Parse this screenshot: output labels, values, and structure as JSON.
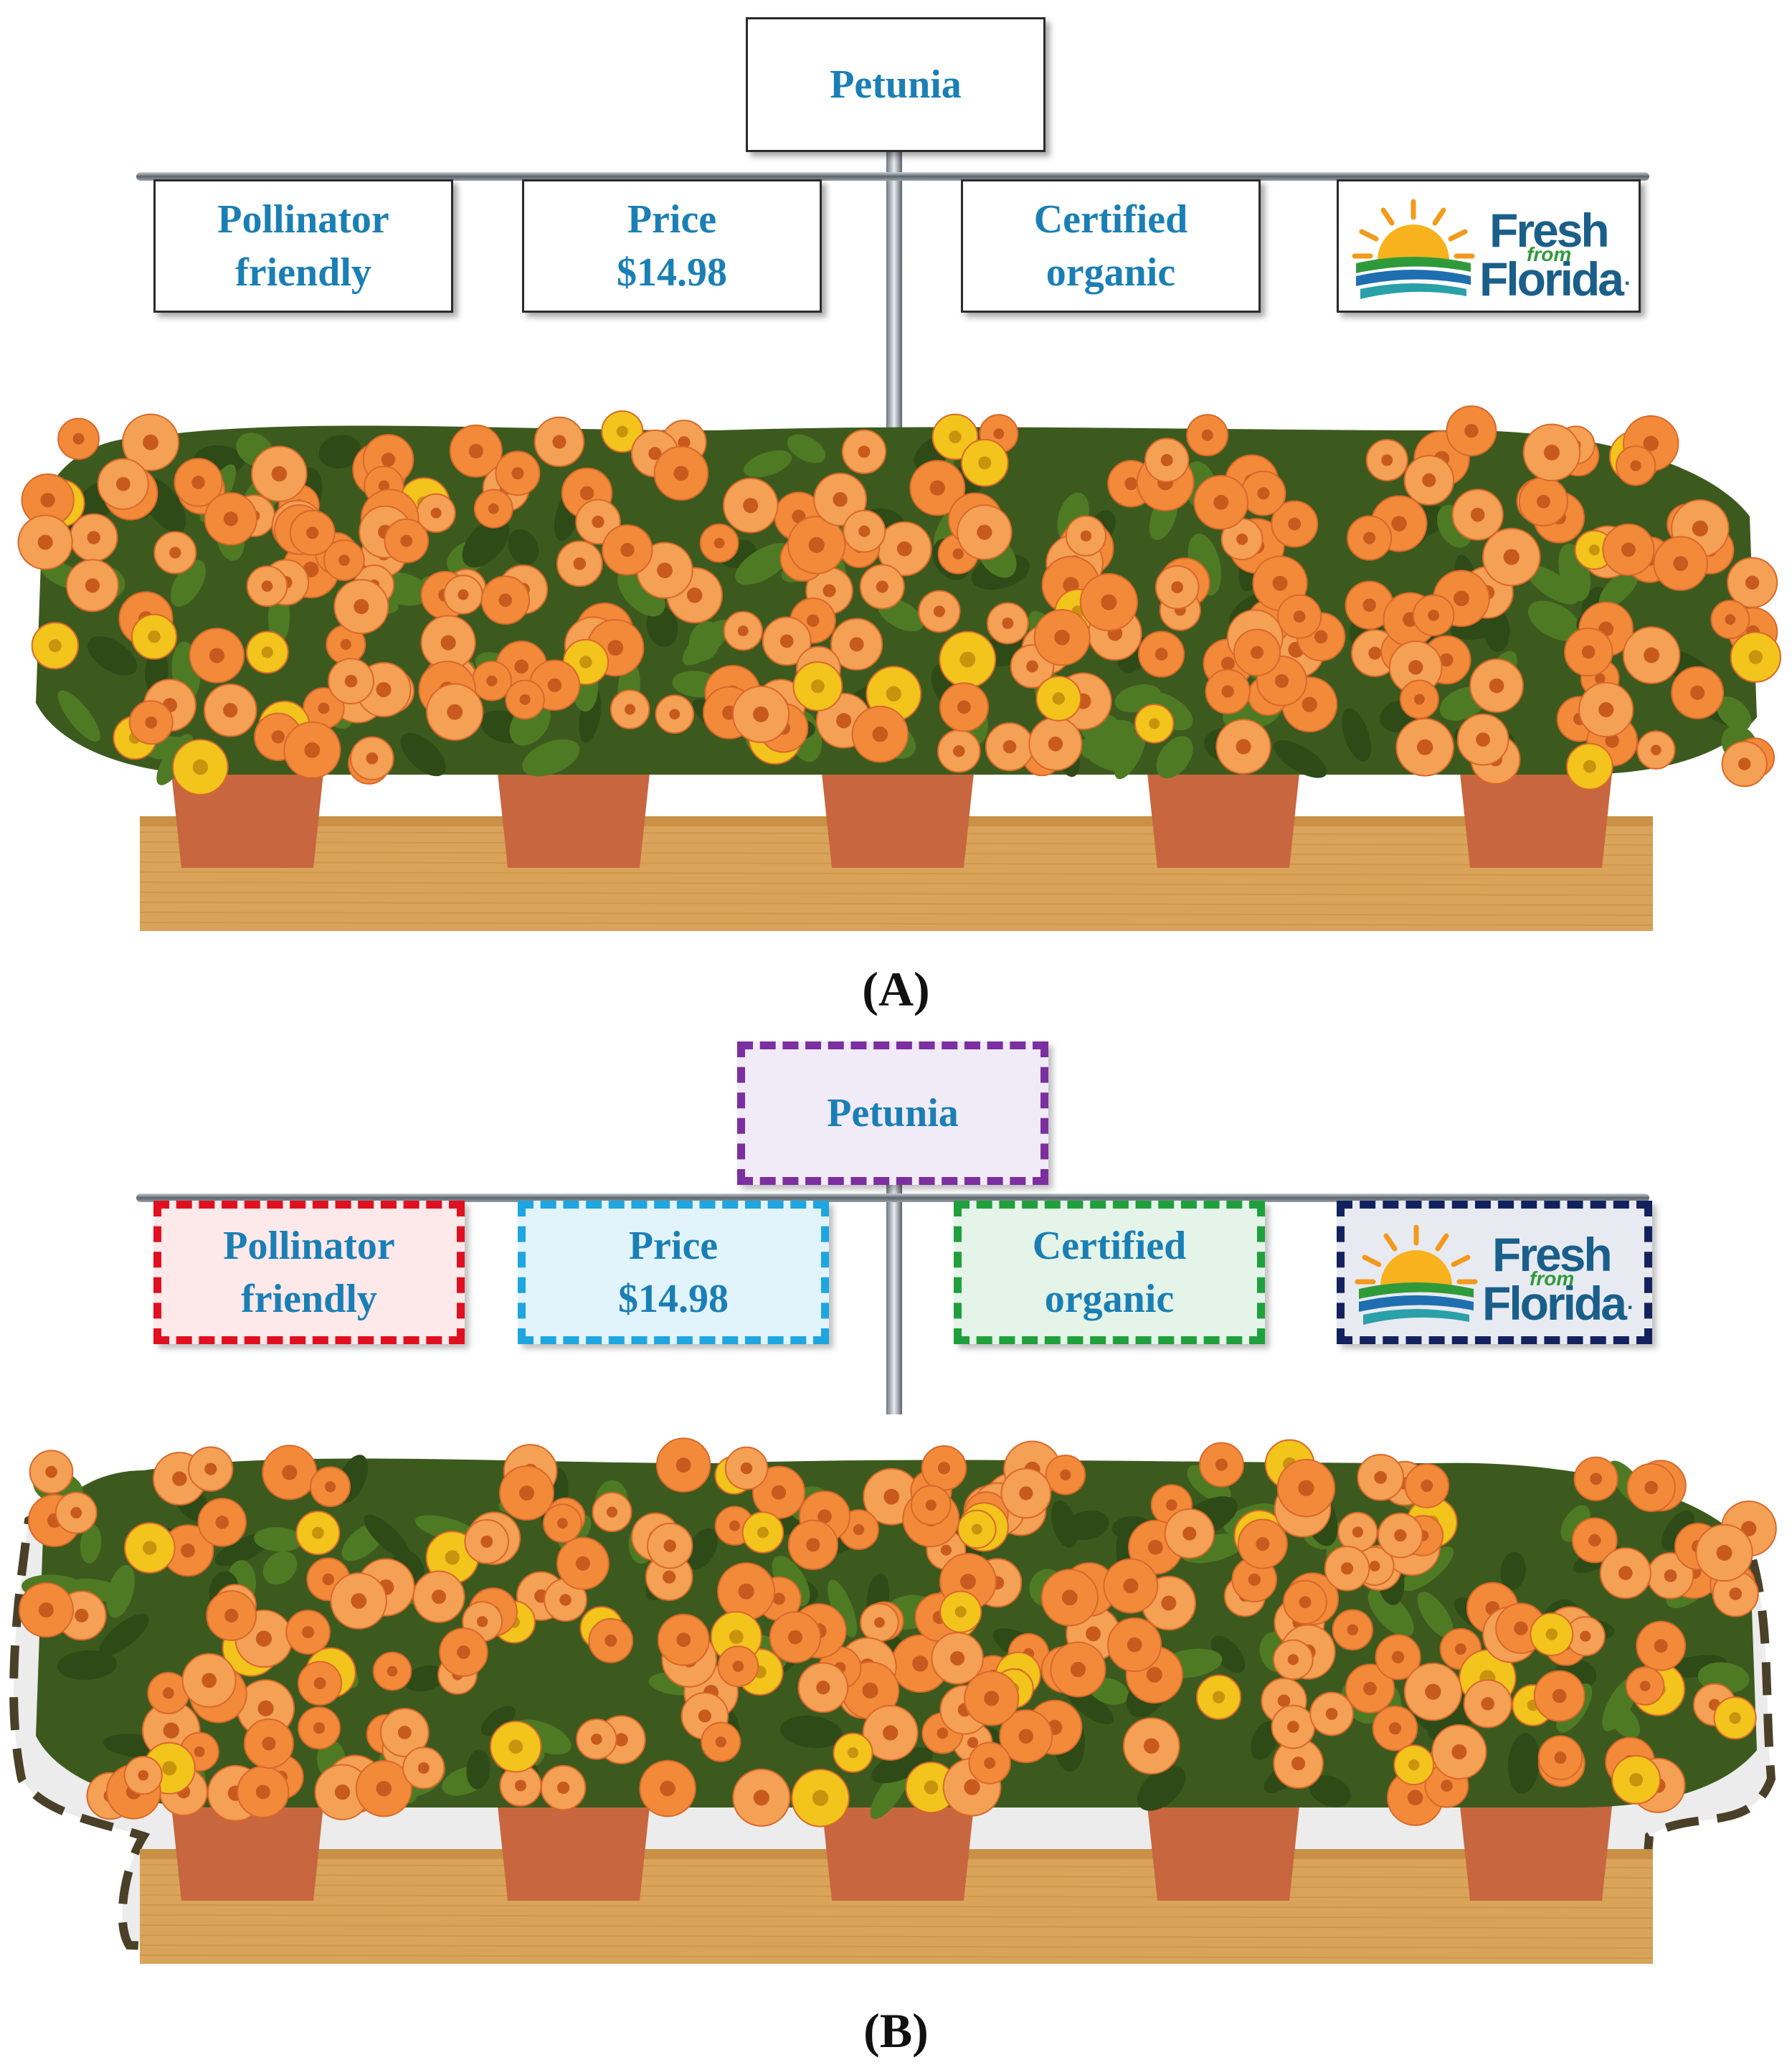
{
  "panel_a": {
    "title": "Petunia",
    "labels": {
      "pollinator": [
        "Pollinator",
        "friendly"
      ],
      "price": [
        "Price",
        "$14.98"
      ],
      "certified": [
        "Certified",
        "organic"
      ]
    },
    "logo": {
      "word1": "Fresh",
      "word_small": "from",
      "word2": "Florida",
      "mark": "."
    },
    "caption": "(A)"
  },
  "panel_b": {
    "title": "Petunia",
    "labels": {
      "pollinator": [
        "Pollinator",
        "friendly"
      ],
      "price": [
        "Price",
        "$14.98"
      ],
      "certified": [
        "Certified",
        "organic"
      ]
    },
    "logo": {
      "word1": "Fresh",
      "word_small": "from",
      "word2": "Florida",
      "mark": "."
    },
    "caption": "(B)"
  },
  "colors": {
    "label_text": "#1a7fb5",
    "petunia_border": "#7b2fa0",
    "petunia_fill": "#f1eaf7",
    "pollinator_border": "#e01020",
    "pollinator_fill": "#fde8ea",
    "price_border": "#1ea6e0",
    "price_fill": "#e2f4fb",
    "certified_border": "#1fa03c",
    "certified_fill": "#e5f4e8",
    "logo_border": "#13225e",
    "logo_fill": "#e8eaf2",
    "display_outline": "#4a4028",
    "flower_orange": "#f28a3a",
    "flower_yellow": "#f2c41c",
    "pot": "#c8663f",
    "shelf": "#d9a459"
  }
}
